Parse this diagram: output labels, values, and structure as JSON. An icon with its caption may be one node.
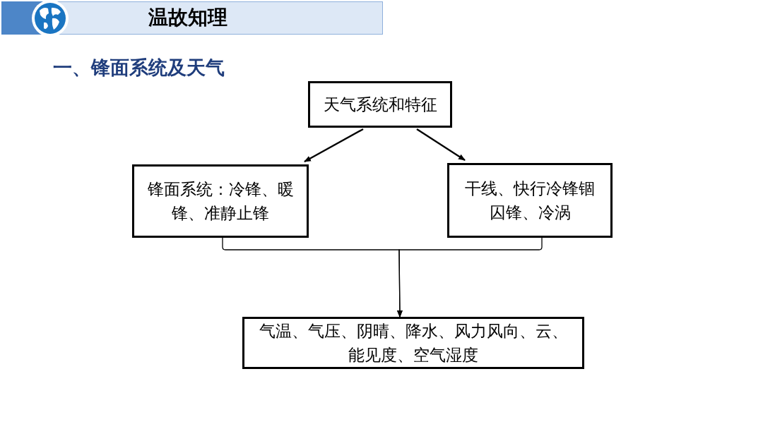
{
  "diagram": {
    "title": "温故知理",
    "nodes": [
      {
        "text": [
          "天气系统和特征"
        ]
      },
      {
        "text": [
          "锋面系统：冷锋、暖锋、准静止锋"
        ]
      },
      {
        "text": [
          "干线、快行冷锋锢囚锋、冷涡"
        ]
      },
      {
        "text": [
          "气温、气压、阴晴、降水、风力风向、云、能见度、空气湿度"
        ]
      }
    ],
    "edges": [
      {
        "from": 0,
        "to": 1,
        "arrow": "to"
      },
      {
        "from": 0,
        "to": 2,
        "arrow": "to"
      },
      {
        "from": 1,
        "to": 3,
        "arrow": "to"
      },
      {
        "from": 2,
        "to": 3,
        "arrow": "to"
      }
    ],
    "labels": [
      "一、锋面系统及天气"
    ]
  }
}
